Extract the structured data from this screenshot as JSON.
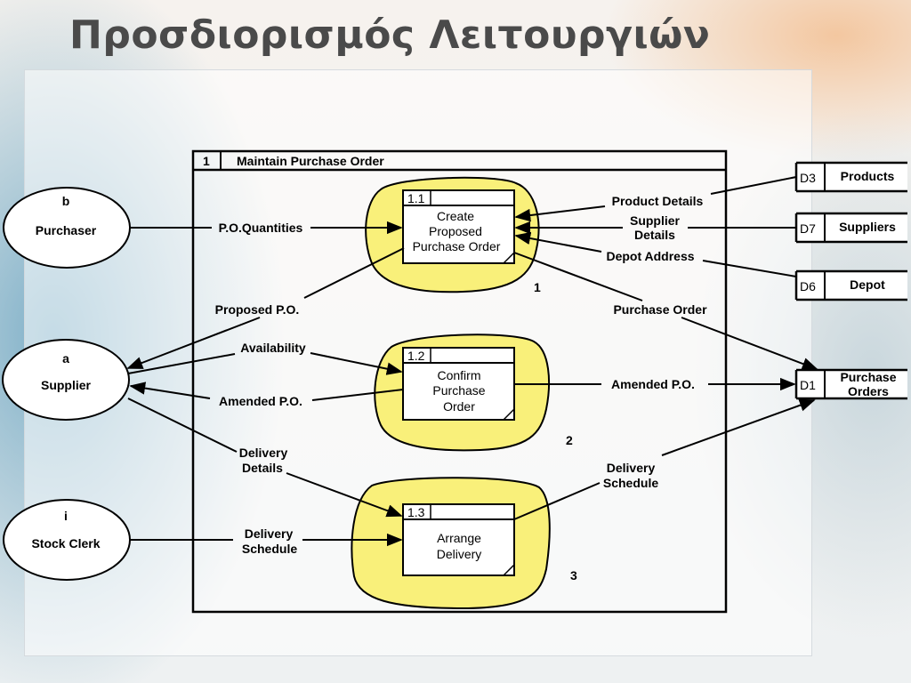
{
  "slide": {
    "title": "Προσδιορισμός Λειτουργιών"
  },
  "process": {
    "number": "1",
    "name": "Maintain Purchase Order"
  },
  "subprocesses": [
    {
      "id": "1.1",
      "lines": [
        "Create",
        "Proposed",
        "Purchase Order"
      ],
      "group": "1"
    },
    {
      "id": "1.2",
      "lines": [
        "Confirm",
        "Purchase",
        "Order"
      ],
      "group": "2"
    },
    {
      "id": "1.3",
      "lines": [
        "Arrange",
        "Delivery"
      ],
      "group": "3"
    }
  ],
  "entities": [
    {
      "code": "b",
      "name": "Purchaser"
    },
    {
      "code": "a",
      "name": "Supplier"
    },
    {
      "code": "i",
      "name": "Stock Clerk"
    }
  ],
  "stores": [
    {
      "code": "D3",
      "name": [
        "Products"
      ]
    },
    {
      "code": "D7",
      "name": [
        "Suppliers"
      ]
    },
    {
      "code": "D6",
      "name": [
        "Depot"
      ]
    },
    {
      "code": "D1",
      "name": [
        "Purchase",
        "Orders"
      ]
    }
  ],
  "flows": {
    "po_quantities": [
      "P.O.Quantities"
    ],
    "proposed_po": [
      "Proposed P.O."
    ],
    "availability": [
      "Availability"
    ],
    "amended_po_left": [
      "Amended P.O."
    ],
    "delivery_details": [
      "Delivery",
      "Details"
    ],
    "delivery_schedule_left": [
      "Delivery",
      "Schedule"
    ],
    "product_details": [
      "Product Details"
    ],
    "supplier_details": [
      "Supplier",
      "Details"
    ],
    "depot_address": [
      "Depot Address"
    ],
    "purchase_order": [
      "Purchase Order"
    ],
    "amended_po_right": [
      "Amended P.O."
    ],
    "delivery_schedule_right": [
      "Delivery",
      "Schedule"
    ]
  }
}
